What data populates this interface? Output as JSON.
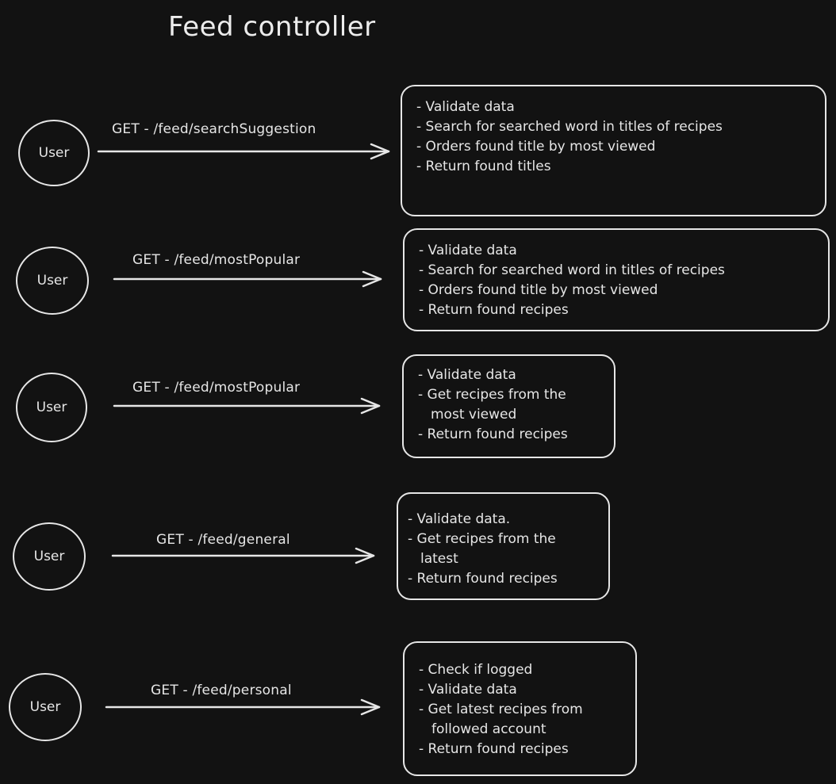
{
  "title": "Feed controller",
  "flows": [
    {
      "actor": "User",
      "endpoint": "GET - /feed/searchSuggestion",
      "steps": [
        "Validate data",
        "Search for searched word in titles of recipes",
        "Orders found title by most viewed",
        "Return found titles"
      ]
    },
    {
      "actor": "User",
      "endpoint": "GET - /feed/mostPopular",
      "steps": [
        "Validate data",
        "Search for searched word in titles of recipes",
        "Orders found title by most viewed",
        "Return found recipes"
      ]
    },
    {
      "actor": "User",
      "endpoint": "GET - /feed/mostPopular",
      "steps": [
        "Validate data",
        "Get recipes from the most viewed",
        "Return found recipes"
      ]
    },
    {
      "actor": "User",
      "endpoint": "GET - /feed/general",
      "steps": [
        "Validate data.",
        "Get recipes from the latest",
        "Return found recipes"
      ]
    },
    {
      "actor": "User",
      "endpoint": "GET - /feed/personal",
      "steps": [
        "Check if logged",
        "Validate data",
        "Get latest recipes from followed account",
        "Return found recipes"
      ]
    }
  ]
}
